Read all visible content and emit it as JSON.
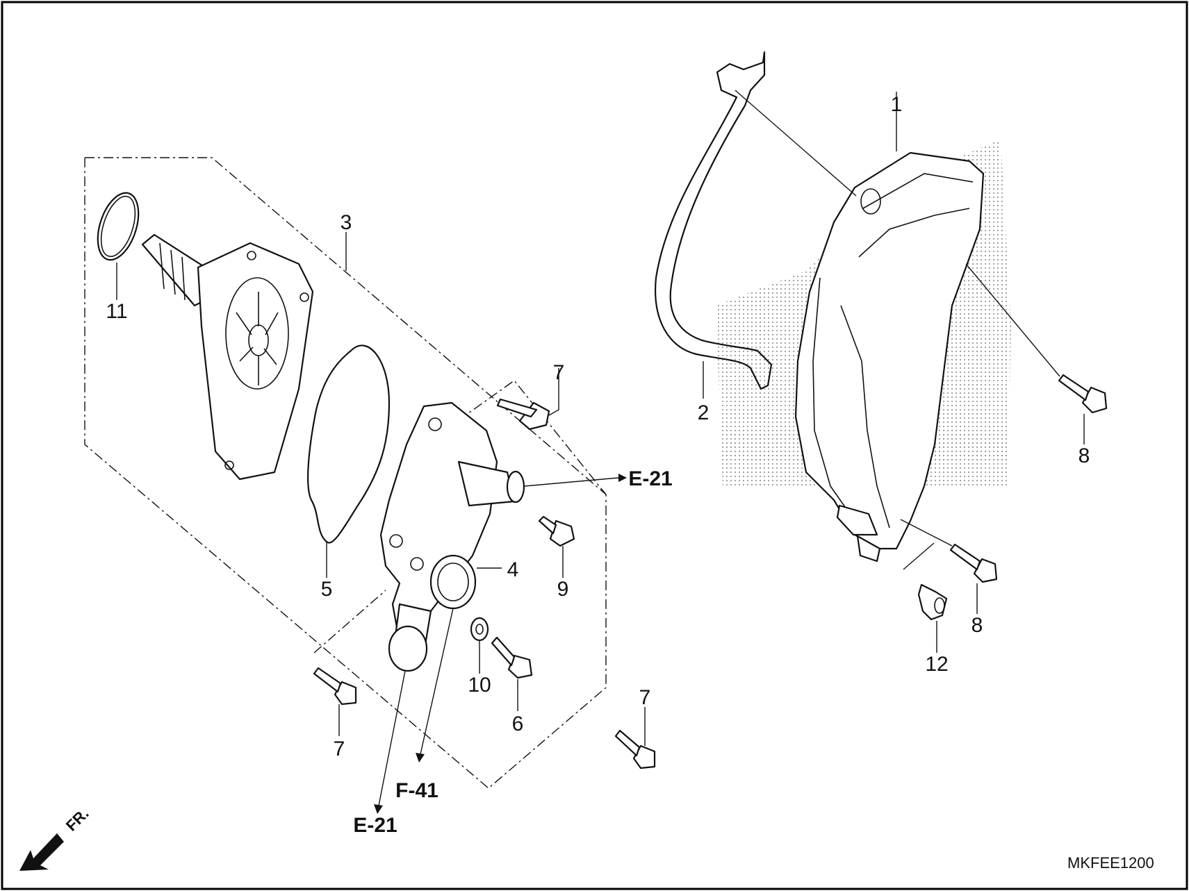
{
  "diagram": {
    "part_numbers": {
      "p1": "1",
      "p2": "2",
      "p3": "3",
      "p4": "4",
      "p5": "5",
      "p6": "6",
      "p7a": "7",
      "p7b": "7",
      "p7c": "7",
      "p8a": "8",
      "p8b": "8",
      "p9": "9",
      "p10": "10",
      "p11": "11",
      "p12": "12"
    },
    "references": {
      "e21_right": "E-21",
      "f41": "F-41",
      "e21_bottom": "E-21"
    },
    "direction_label": "FR.",
    "diagram_code": "MKFEE1200",
    "colors": {
      "ink": "#111111",
      "background": "#ffffff",
      "screen_tone": "#9a9a9a"
    }
  }
}
